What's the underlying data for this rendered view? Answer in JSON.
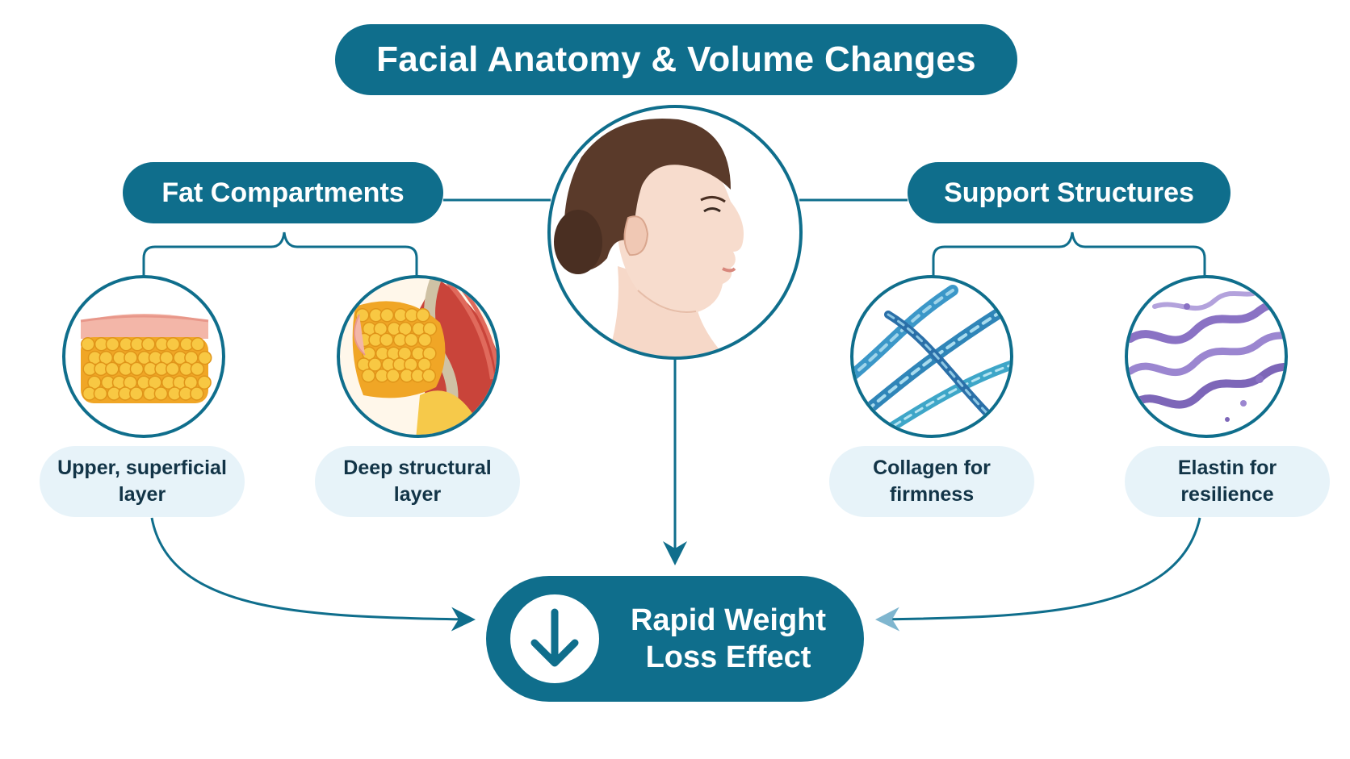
{
  "title": "Facial Anatomy & Volume Changes",
  "sections": {
    "left": {
      "label": "Fat Compartments",
      "items": [
        {
          "caption": "Upper, superficial layer",
          "icon": "superficial-fat-icon"
        },
        {
          "caption": "Deep structural layer",
          "icon": "deep-fat-icon"
        }
      ]
    },
    "right": {
      "label": "Support Structures",
      "items": [
        {
          "caption": "Collagen for firmness",
          "icon": "collagen-fiber-icon"
        },
        {
          "caption": "Elastin for resilience",
          "icon": "elastin-fiber-icon"
        }
      ]
    }
  },
  "center": {
    "icon": "face-profile-icon"
  },
  "result": {
    "label": "Rapid Weight Loss Effect",
    "icon": "down-arrow-icon"
  },
  "colors": {
    "primary": "#0f6e8c",
    "caption_bg": "#e7f3f9",
    "caption_text": "#123447",
    "fat": "#f5b82e",
    "collagen": "#3b97c8",
    "elastin": "#8a72c4"
  }
}
